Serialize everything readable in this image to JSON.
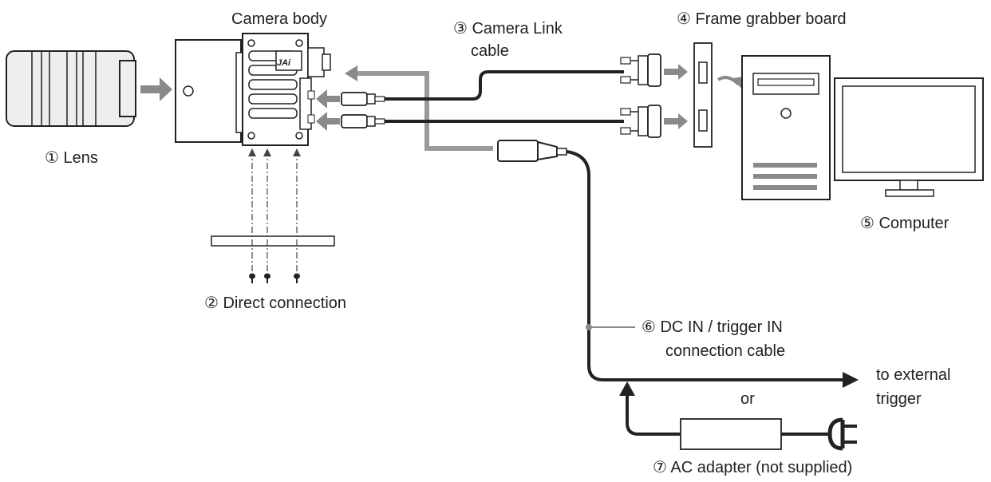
{
  "labels": {
    "camera_body": "Camera body",
    "lens": "① Lens",
    "direct_connection": "② Direct connection",
    "camera_link_line1": "③ Camera Link",
    "camera_link_line2": "cable",
    "frame_grabber": "④ Frame grabber board",
    "computer": "⑤ Computer",
    "dc_in_line1": "⑥ DC IN / trigger IN",
    "dc_in_line2": "connection cable",
    "to_external_line1": "to external",
    "to_external_line2": "trigger",
    "or": "or",
    "ac_adapter": "⑦ AC adapter (not supplied)",
    "brand_logo": "JAi"
  },
  "colors": {
    "line": "#222222",
    "arrow_gray": "#8a8a8a",
    "cable_gray": "#9a9a9a",
    "fill_gray": "#d9d9d9"
  }
}
